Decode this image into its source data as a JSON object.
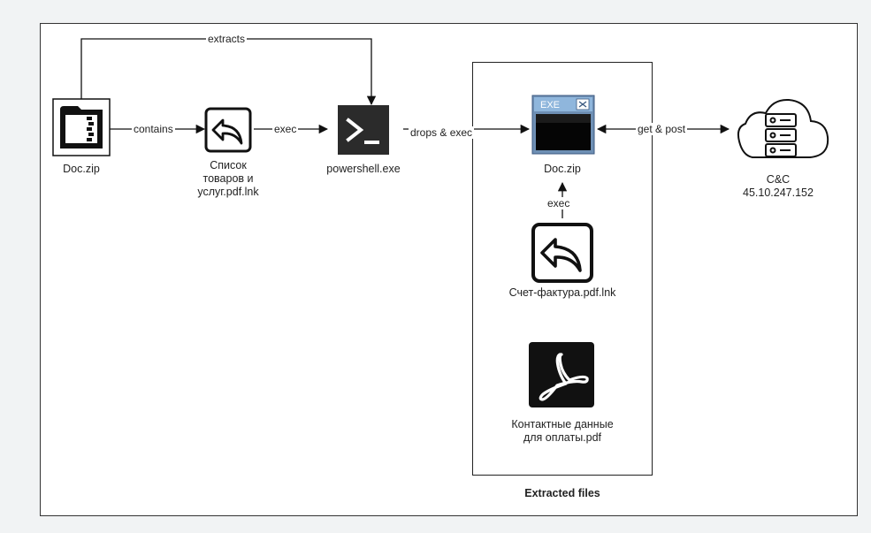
{
  "nodes": {
    "doc_zip": {
      "label": "Doc.zip"
    },
    "lnk": {
      "label_lines": [
        "Список",
        "товаров и",
        "услуг.pdf.lnk"
      ]
    },
    "powershell": {
      "label": "powershell.exe"
    },
    "doc_exe": {
      "label": "Doc.zip",
      "window_title": "EXE"
    },
    "lnk2": {
      "label": "Счет-фактура.pdf.lnk"
    },
    "pdf": {
      "label_lines": [
        "Контактные данные",
        "для оплаты.pdf"
      ]
    },
    "cnc": {
      "label_lines": [
        "C&C",
        "45.10.247.152"
      ]
    }
  },
  "edges": {
    "extracts": "extracts",
    "contains": "contains",
    "exec1": "exec",
    "drops": "drops & exec",
    "get_post": "get & post",
    "exec2": "exec"
  },
  "group": {
    "label": "Extracted files"
  },
  "colors": {
    "dark_tile": "#2b2b2b",
    "line": "#111111",
    "window_blue": "#8fb6dc"
  }
}
